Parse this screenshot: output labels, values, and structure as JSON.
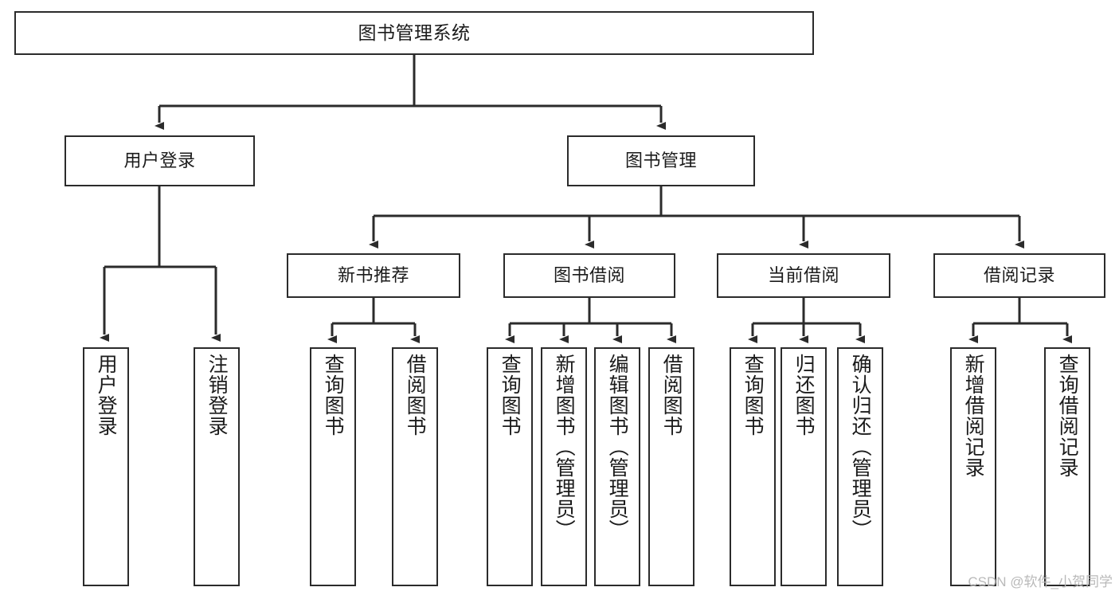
{
  "diagram": {
    "type": "hierarchy-tree",
    "title": "图书管理系统",
    "root": {
      "id": "root",
      "label": "图书管理系统",
      "orientation": "horizontal"
    },
    "level1": [
      {
        "id": "user-login",
        "label": "用户登录",
        "orientation": "horizontal"
      },
      {
        "id": "book-management",
        "label": "图书管理",
        "orientation": "horizontal"
      }
    ],
    "level2": [
      {
        "id": "new-book-recommend",
        "label": "新书推荐",
        "orientation": "horizontal",
        "parent": "book-management"
      },
      {
        "id": "book-borrow",
        "label": "图书借阅",
        "orientation": "horizontal",
        "parent": "book-management"
      },
      {
        "id": "current-borrow",
        "label": "当前借阅",
        "orientation": "horizontal",
        "parent": "book-management"
      },
      {
        "id": "borrow-record",
        "label": "借阅记录",
        "orientation": "horizontal",
        "parent": "book-management"
      }
    ],
    "leaves": [
      {
        "id": "leaf-user-login",
        "label": "用户登录",
        "parent": "user-login"
      },
      {
        "id": "leaf-user-logout",
        "label": "注销登录",
        "parent": "user-login"
      },
      {
        "id": "leaf-query-book-recommend",
        "label": "查询图书",
        "parent": "new-book-recommend"
      },
      {
        "id": "leaf-borrow-book-recommend",
        "label": "借阅图书",
        "parent": "new-book-recommend"
      },
      {
        "id": "leaf-query-book-borrow",
        "label": "查询图书",
        "parent": "book-borrow"
      },
      {
        "id": "leaf-add-book-admin",
        "label": "新增图书（管理员）",
        "parent": "book-borrow"
      },
      {
        "id": "leaf-edit-book-admin",
        "label": "编辑图书（管理员）",
        "parent": "book-borrow"
      },
      {
        "id": "leaf-borrow-book",
        "label": "借阅图书",
        "parent": "book-borrow"
      },
      {
        "id": "leaf-query-book-current",
        "label": "查询图书",
        "parent": "current-borrow"
      },
      {
        "id": "leaf-return-book",
        "label": "归还图书",
        "parent": "current-borrow"
      },
      {
        "id": "leaf-confirm-return-admin",
        "label": "确认归还（管理员）",
        "parent": "current-borrow"
      },
      {
        "id": "leaf-add-borrow-record",
        "label": "新增借阅记录",
        "parent": "borrow-record"
      },
      {
        "id": "leaf-query-borrow-record",
        "label": "查询借阅记录",
        "parent": "borrow-record"
      }
    ]
  },
  "watermark": {
    "text": "CSDN @软件_小贺同学"
  },
  "colors": {
    "stroke": "#2b2b2b",
    "box_fill": "#ffffff",
    "text": "#1b1b1b",
    "background": "#ffffff",
    "watermark": "#b9b9b9"
  }
}
